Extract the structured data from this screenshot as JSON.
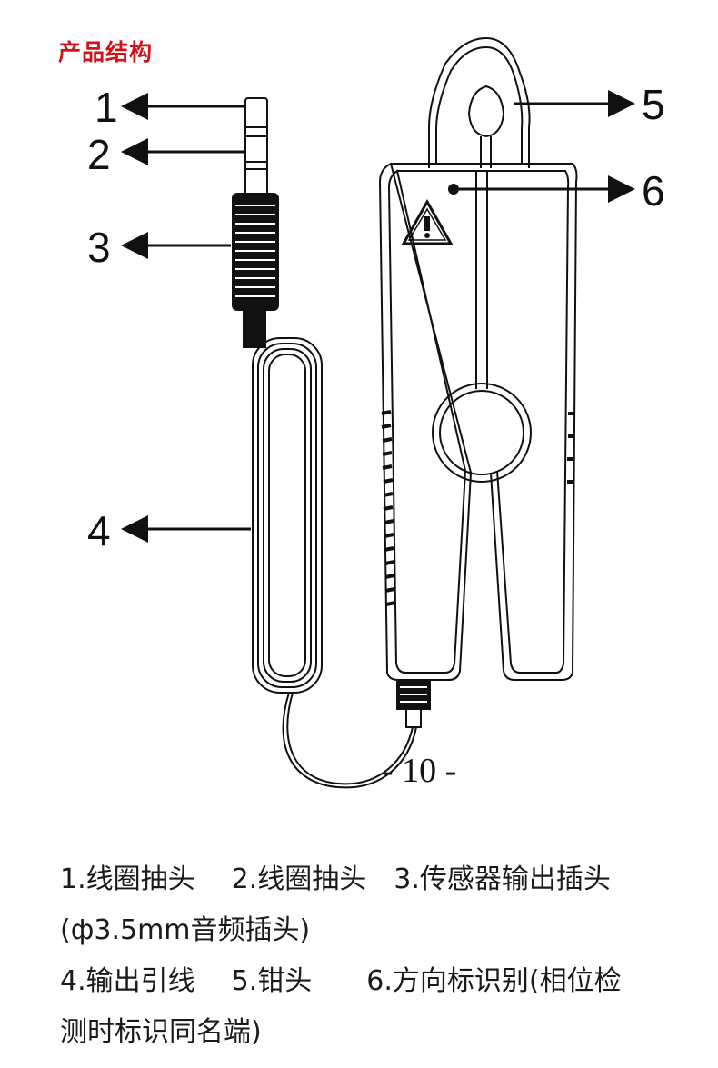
{
  "title": "产品结构",
  "callouts": [
    "1",
    "2",
    "3",
    "4",
    "5",
    "6"
  ],
  "page_number": "- 10 -",
  "warning_icon": "warning-triangle-icon",
  "colors": {
    "title": "#d0121b",
    "ink": "#111111"
  },
  "legend": {
    "item1": "1.线圈抽头",
    "item2": "2.线圈抽头",
    "item3": "3.传感器输出插头",
    "item3_cont": "(ф3.5mm音频插头)",
    "item4": "4.输出引线",
    "item5": "5.钳头",
    "item6": "6.方向标识别(相位检",
    "item6_cont": "测时标识同名端)"
  }
}
